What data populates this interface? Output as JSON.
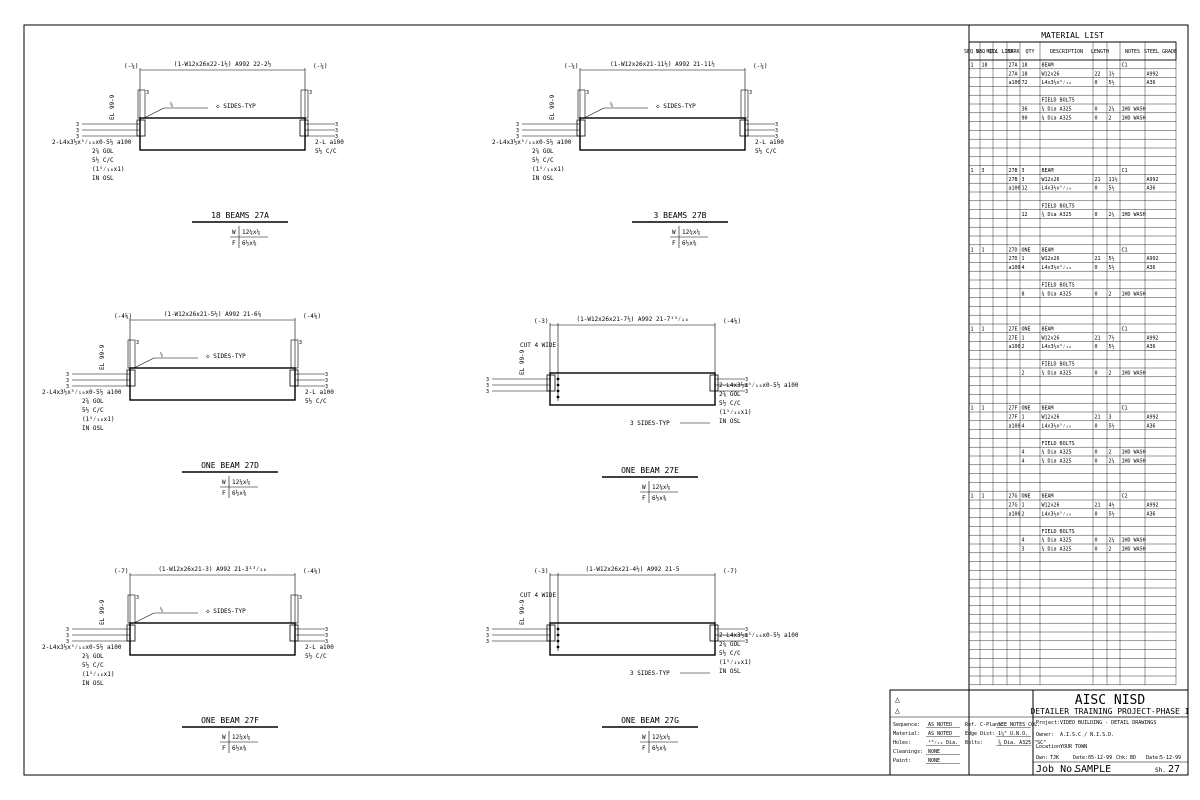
{
  "details": [
    {
      "id": "27A",
      "title": "18 BEAMS 27A",
      "top_label": "(1-W12x26x22-1½)  A992  22-2½",
      "left_dim": "(-¼)",
      "right_dim": "(-¼)",
      "left_conn": [
        "2-L4x3½x⁵⁄₁₆x0-5½ a100",
        "2⅝ GOL",
        "5½ C/C",
        "(1⁵⁄₁₆x1)",
        "IN OSL"
      ],
      "right_conn": [
        "2-L a100",
        "5½ C/C"
      ],
      "weld_note": "SIDES-TYP",
      "el_label": "EL 99-9",
      "w_val": "12¼x¼",
      "f_val": "6½x⅜",
      "cut_note": ""
    },
    {
      "id": "27B",
      "title": "3 BEAMS 27B",
      "top_label": "(1-W12x26x21-11½)  A992  21-11½",
      "left_dim": "(-¼)",
      "right_dim": "(-¼)",
      "left_conn": [
        "2-L4x3½x⁵⁄₁₆x0-5½ a100",
        "2⅝ GOL",
        "5½ C/C",
        "(1⁵⁄₁₆x1)",
        "IN OSL"
      ],
      "right_conn": [
        "2-L a100",
        "5½ C/C"
      ],
      "weld_note": "SIDES-TYP",
      "el_label": "EL 99-9",
      "w_val": "12¼x¼",
      "f_val": "6½x⅜",
      "cut_note": ""
    },
    {
      "id": "27D",
      "title": "ONE BEAM 27D",
      "top_label": "(1-W12x26x21-5½)  A992  21-6⅞",
      "left_dim": "(-4⅛)",
      "right_dim": "(-4⅛)",
      "left_conn": [
        "2-L4x3½x⁵⁄₁₆x0-5½ a100",
        "2⅝ GOL",
        "5½ C/C",
        "(1⁵⁄₁₆x1)",
        "IN OSL"
      ],
      "right_conn": [
        "2-L a100",
        "5½ C/C"
      ],
      "weld_note": "SIDES-TYP",
      "el_label": "EL 99-9",
      "w_val": "12¼x¼",
      "f_val": "6½x⅜",
      "cut_note": ""
    },
    {
      "id": "27E",
      "title": "ONE BEAM 27E",
      "top_label": "(1-W12x26x21-7½)  A992  21-7¹³⁄₁₆",
      "left_dim": "(-3)",
      "right_dim": "(-4⅛)",
      "left_conn": [
        "3 SIDES-TYP"
      ],
      "right_conn": [
        "2-L4x3½x⁵⁄₁₆x0-5½ a100",
        "2⅝ GOL",
        "5½ C/C",
        "(1⁵⁄₁₆x1)",
        "IN OSL"
      ],
      "weld_note": "",
      "el_label": "EL 99-9",
      "w_val": "12¼x¼",
      "f_val": "6½x⅜",
      "cut_note": "CUT 4 WIDE"
    },
    {
      "id": "27F",
      "title": "ONE BEAM 27F",
      "top_label": "(1-W12x26x21-3)  A992  21-3¹³⁄₁₆",
      "left_dim": "(-7)",
      "right_dim": "(-4⅛)",
      "left_conn": [
        "2-L4x3½x⁵⁄₁₆x0-5½ a100",
        "2⅝ GOL",
        "5½ C/C",
        "(1⁵⁄₁₆x1)",
        "IN OSL"
      ],
      "right_conn": [
        "2-L a100",
        "5½ C/C"
      ],
      "weld_note": "SIDES-TYP",
      "el_label": "EL 99-9",
      "w_val": "12¼x¼",
      "f_val": "6½x⅜",
      "cut_note": ""
    },
    {
      "id": "27G",
      "title": "ONE BEAM 27G",
      "top_label": "(1-W12x26x21-4½)  A992  21-5",
      "left_dim": "(-3)",
      "right_dim": "(-7)",
      "left_conn": [
        "3 SIDES-TYP"
      ],
      "right_conn": [
        "2-L4x3½x⁵⁄₁₆x0-5½ a100",
        "2⅝ GOL",
        "5½ C/C",
        "(1⁵⁄₁₆x1)",
        "IN OSL"
      ],
      "weld_note": "",
      "el_label": "EL 99-9",
      "w_val": "12¼x¼",
      "f_val": "6½x⅜",
      "cut_note": "CUT 4 WIDE"
    }
  ],
  "material_list": {
    "title": "MATERIAL LIST",
    "headers": [
      "SEQ No.",
      "SEQ QTY",
      "MILL LIST",
      "MARK",
      "QTY",
      "DESCRIPTION",
      "LENGTH",
      "",
      "NOTES",
      "STEEL GRADE"
    ],
    "rows": [
      [
        "1",
        "18",
        "",
        "27A",
        "18",
        "BEAM",
        "",
        "",
        "C1",
        ""
      ],
      [
        "",
        "",
        "",
        "27A",
        "18",
        "W12x26",
        "22",
        "1½",
        "",
        "A992"
      ],
      [
        "",
        "",
        "",
        "a100",
        "72",
        "L4x3½x⁵⁄₁₆",
        "0",
        "5½",
        "",
        "A36"
      ],
      [
        "",
        "",
        "",
        "",
        "",
        "",
        "",
        "",
        "",
        ""
      ],
      [
        "",
        "",
        "",
        "",
        "",
        "FIELD BOLTS",
        "",
        "",
        "",
        ""
      ],
      [
        "",
        "",
        "",
        "",
        "36",
        "¾ Dia A325",
        "0",
        "2¼",
        "1HD WASH",
        ""
      ],
      [
        "",
        "",
        "",
        "",
        "90",
        "¾ Dia A325",
        "0",
        "2",
        "1HD WASH",
        ""
      ],
      [
        "",
        "",
        "",
        "",
        "",
        "",
        "",
        "",
        "",
        ""
      ],
      [
        "",
        "",
        "",
        "",
        "",
        "",
        "",
        "",
        "",
        ""
      ],
      [
        "",
        "",
        "",
        "",
        "",
        "",
        "",
        "",
        "",
        ""
      ],
      [
        "",
        "",
        "",
        "",
        "",
        "",
        "",
        "",
        "",
        ""
      ],
      [
        "",
        "",
        "",
        "",
        "",
        "",
        "",
        "",
        "",
        ""
      ],
      [
        "1",
        "3",
        "",
        "27B",
        "3",
        "BEAM",
        "",
        "",
        "C1",
        ""
      ],
      [
        "",
        "",
        "",
        "27B",
        "3",
        "W12x26",
        "21",
        "11½",
        "",
        "A992"
      ],
      [
        "",
        "",
        "",
        "a100",
        "12",
        "L4x3½x⁵⁄₁₆",
        "0",
        "5½",
        "",
        "A36"
      ],
      [
        "",
        "",
        "",
        "",
        "",
        "",
        "",
        "",
        "",
        ""
      ],
      [
        "",
        "",
        "",
        "",
        "",
        "FIELD BOLTS",
        "",
        "",
        "",
        ""
      ],
      [
        "",
        "",
        "",
        "",
        "12",
        "¾ Dia A325",
        "0",
        "2¼",
        "1HD WASH",
        ""
      ],
      [
        "",
        "",
        "",
        "",
        "",
        "",
        "",
        "",
        "",
        ""
      ],
      [
        "",
        "",
        "",
        "",
        "",
        "",
        "",
        "",
        "",
        ""
      ],
      [
        "",
        "",
        "",
        "",
        "",
        "",
        "",
        "",
        "",
        ""
      ],
      [
        "1",
        "1",
        "",
        "27D",
        "ONE",
        "BEAM",
        "",
        "",
        "C1",
        ""
      ],
      [
        "",
        "",
        "",
        "27D",
        "1",
        "W12x26",
        "21",
        "5½",
        "",
        "A992"
      ],
      [
        "",
        "",
        "",
        "a100",
        "4",
        "L4x3½x⁵⁄₁₆",
        "0",
        "5½",
        "",
        "A36"
      ],
      [
        "",
        "",
        "",
        "",
        "",
        "",
        "",
        "",
        "",
        ""
      ],
      [
        "",
        "",
        "",
        "",
        "",
        "FIELD BOLTS",
        "",
        "",
        "",
        ""
      ],
      [
        "",
        "",
        "",
        "",
        "8",
        "¾ Dia A325",
        "0",
        "2",
        "1HD WASH",
        ""
      ],
      [
        "",
        "",
        "",
        "",
        "",
        "",
        "",
        "",
        "",
        ""
      ],
      [
        "",
        "",
        "",
        "",
        "",
        "",
        "",
        "",
        "",
        ""
      ],
      [
        "",
        "",
        "",
        "",
        "",
        "",
        "",
        "",
        "",
        ""
      ],
      [
        "1",
        "1",
        "",
        "27E",
        "ONE",
        "BEAM",
        "",
        "",
        "C1",
        ""
      ],
      [
        "",
        "",
        "",
        "27E",
        "1",
        "W12x26",
        "21",
        "7½",
        "",
        "A992"
      ],
      [
        "",
        "",
        "",
        "a100",
        "2",
        "L4x3½x⁵⁄₁₆",
        "0",
        "5½",
        "",
        "A36"
      ],
      [
        "",
        "",
        "",
        "",
        "",
        "",
        "",
        "",
        "",
        ""
      ],
      [
        "",
        "",
        "",
        "",
        "",
        "FIELD BOLTS",
        "",
        "",
        "",
        ""
      ],
      [
        "",
        "",
        "",
        "",
        "2",
        "¾ Dia A325",
        "0",
        "2",
        "1HD WASH",
        ""
      ],
      [
        "",
        "",
        "",
        "",
        "",
        "",
        "",
        "",
        "",
        ""
      ],
      [
        "",
        "",
        "",
        "",
        "",
        "",
        "",
        "",
        "",
        ""
      ],
      [
        "",
        "",
        "",
        "",
        "",
        "",
        "",
        "",
        "",
        ""
      ],
      [
        "1",
        "1",
        "",
        "27F",
        "ONE",
        "BEAM",
        "",
        "",
        "C1",
        ""
      ],
      [
        "",
        "",
        "",
        "27F",
        "1",
        "W12x26",
        "21",
        "3",
        "",
        "A992"
      ],
      [
        "",
        "",
        "",
        "a100",
        "4",
        "L4x3½x⁵⁄₁₆",
        "0",
        "5½",
        "",
        "A36"
      ],
      [
        "",
        "",
        "",
        "",
        "",
        "",
        "",
        "",
        "",
        ""
      ],
      [
        "",
        "",
        "",
        "",
        "",
        "FIELD BOLTS",
        "",
        "",
        "",
        ""
      ],
      [
        "",
        "",
        "",
        "",
        "4",
        "¾ Dia A325",
        "0",
        "2",
        "1HD WASH",
        ""
      ],
      [
        "",
        "",
        "",
        "",
        "4",
        "¾ Dia A325",
        "0",
        "2¼",
        "1HD WASH",
        ""
      ],
      [
        "",
        "",
        "",
        "",
        "",
        "",
        "",
        "",
        "",
        ""
      ],
      [
        "",
        "",
        "",
        "",
        "",
        "",
        "",
        "",
        "",
        ""
      ],
      [
        "",
        "",
        "",
        "",
        "",
        "",
        "",
        "",
        "",
        ""
      ],
      [
        "1",
        "1",
        "",
        "27G",
        "ONE",
        "BEAM",
        "",
        "",
        "C2",
        ""
      ],
      [
        "",
        "",
        "",
        "27G",
        "1",
        "W12x26",
        "21",
        "4½",
        "",
        "A992"
      ],
      [
        "",
        "",
        "",
        "a100",
        "2",
        "L4x3½x⁵⁄₁₆",
        "0",
        "5½",
        "",
        "A36"
      ],
      [
        "",
        "",
        "",
        "",
        "",
        "",
        "",
        "",
        "",
        ""
      ],
      [
        "",
        "",
        "",
        "",
        "",
        "FIELD BOLTS",
        "",
        "",
        "",
        ""
      ],
      [
        "",
        "",
        "",
        "",
        "4",
        "¾ Dia A325",
        "0",
        "2¼",
        "1HD WASH",
        ""
      ],
      [
        "",
        "",
        "",
        "",
        "3",
        "¾ Dia A325",
        "0",
        "2",
        "1HD WASH",
        ""
      ]
    ]
  },
  "title_block": {
    "org": "AISC  NISD",
    "project_title": "DETAILER TRAINING PROJECT-PHASE I",
    "project_label": "Project:",
    "project_value": "VIDEO BUILDING - DETAIL DRAWINGS",
    "owner_label": "Owner:",
    "owner_value": "A.I.S.C / N.I.S.D.",
    "location_label": "Location:",
    "location_value": "YOUR TOWN",
    "drawn_label": "Dwn:",
    "drawn_value": "TJK",
    "date_label": "Date:",
    "date_value": "05-12-99",
    "checked_label": "Chk:",
    "checked_value": "BD",
    "date2_label": "Date:",
    "date2_value": "5-12-99",
    "job_label": "Job No.",
    "job_value": "SAMPLE",
    "sheet_label": "Sh.",
    "sheet_value": "27",
    "notes_left": [
      {
        "label": "Sequence:",
        "value": "AS NOTED"
      },
      {
        "label": "Material:",
        "value": "AS NOTED"
      },
      {
        "label": "Holes:",
        "value": "¹³⁄₁₆ Dia."
      },
      {
        "label": "Cleanings:",
        "value": "NONE"
      },
      {
        "label": "Paint:",
        "value": "NONE"
      }
    ],
    "notes_right": [
      {
        "label": "Ref. C-Plans:",
        "value": "SEE NOTES COL."
      },
      {
        "label": "Edge Dist:",
        "value": "1¼\"  U.N.O."
      },
      {
        "label": "Bolts:",
        "value": "¾ Dia. A325 \"SC\""
      }
    ]
  }
}
